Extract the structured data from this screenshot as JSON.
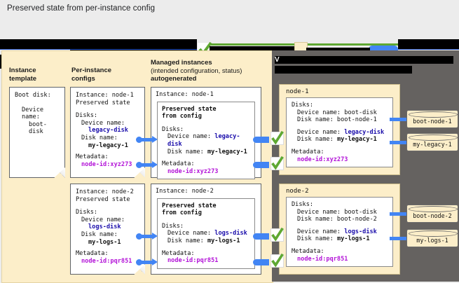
{
  "caption": "Preserved state from per-instance config",
  "colors": {
    "panel_left_bg": "#fceec9",
    "panel_right_bg": "#656260",
    "accent_blue": "#4285f4",
    "link_blue": "#1a0dab",
    "magenta": "#b313d8",
    "green_check": "#5fa832",
    "page_bg": "#ececec"
  },
  "legend": {
    "items": [
      {
        "icon": "checkmark-icon",
        "label": ""
      },
      {
        "icon": "cream-swatch-icon",
        "label": ""
      },
      {
        "icon": "blue-arrow-icon",
        "label": ""
      }
    ],
    "note": "legend labels are redacted with black bars"
  },
  "columns": {
    "instance_template": {
      "line1": "Instance",
      "line2": "template"
    },
    "per_instance_configs": {
      "line1": "Per-instance",
      "line2": "configs"
    },
    "managed_instances": {
      "line1": "Managed instances",
      "line2": "(intended configuration, status)",
      "line3": "autogenerated"
    },
    "right_header": {
      "line1": "",
      "line2": "",
      "note": "redacted"
    }
  },
  "instance_template_card": {
    "title": "Boot disk:",
    "device_label": "Device name:",
    "device_value": "boot-disk"
  },
  "per_instance_configs": [
    {
      "instance": "Instance: node-1",
      "state": "Preserved state",
      "disks_label": "Disks:",
      "device_label": "Device name:",
      "device_value": "legacy-disk",
      "disk_label": "Disk name:",
      "disk_value": "my-legacy-1",
      "metadata_label": "Metadata:",
      "metadata_value": "node-id:xyz273"
    },
    {
      "instance": "Instance: node-2",
      "state": "Preserved state",
      "disks_label": "Disks:",
      "device_label": "Device name:",
      "device_value": "logs-disk",
      "disk_label": "Disk name:",
      "disk_value": "my-logs-1",
      "metadata_label": "Metadata:",
      "metadata_value": "node-id:pqr851"
    }
  ],
  "managed_instances": [
    {
      "instance": "Instance: node-1",
      "inner_title_1": "Preserved state",
      "inner_title_2": "from config",
      "disks_label": "Disks:",
      "device_line_label": "Device name:",
      "device_value": "legacy-disk",
      "disk_line_label": "Disk name:",
      "disk_value": "my-legacy-1",
      "metadata_label": "Metadata:",
      "metadata_value": "node-id:xyz273"
    },
    {
      "instance": "Instance: node-2",
      "inner_title_1": "Preserved state",
      "inner_title_2": "from config",
      "disks_label": "Disks:",
      "device_line_label": "Device name:",
      "device_value": "logs-disk",
      "disk_line_label": "Disk name:",
      "disk_value": "my-logs-1",
      "metadata_label": "Metadata:",
      "metadata_value": "node-id:pqr851"
    }
  ],
  "nodes": [
    {
      "title": "node-1",
      "disks_label": "Disks:",
      "boot_device_line": "Device name: boot-disk",
      "boot_disk_line": "Disk name: boot-node-1",
      "extra_device_label": "Device name:",
      "extra_device_value": "legacy-disk",
      "extra_disk_label": "Disk name:",
      "extra_disk_value": "my-legacy-1",
      "metadata_label": "Metadata:",
      "metadata_value": "node-id:xyz273",
      "disks": [
        "boot-node-1",
        "my-legacy-1"
      ]
    },
    {
      "title": "node-2",
      "disks_label": "Disks:",
      "boot_device_line": "Device name: boot-disk",
      "boot_disk_line": "Disk name: boot-node-2",
      "extra_device_label": "Device name:",
      "extra_device_value": "logs-disk",
      "extra_disk_label": "Disk name:",
      "extra_disk_value": "my-logs-1",
      "metadata_label": "Metadata:",
      "metadata_value": "node-id:pqr851",
      "disks": [
        "boot-node-2",
        "my-logs-1"
      ]
    }
  ]
}
